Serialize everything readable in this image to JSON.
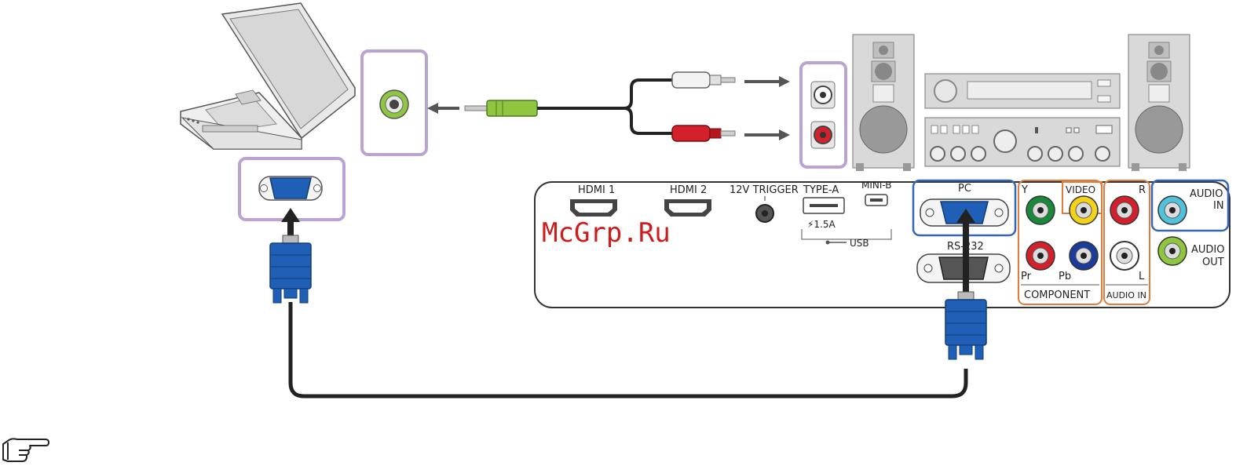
{
  "watermark": "McGrp.Ru",
  "projector_panel": {
    "ports": {
      "hdmi1": "HDMI 1",
      "hdmi2": "HDMI 2",
      "trigger": "12V TRIGGER",
      "type_a": "TYPE-A",
      "type_a_rating": "⚡1.5A",
      "mini_b": "MINI-B",
      "usb": "USB",
      "pc": "PC",
      "rs232": "RS-232",
      "component": "COMPONENT",
      "component_y": "Y",
      "component_pr": "Pr",
      "component_pb": "Pb",
      "video": "VIDEO",
      "audio_in_group": "AUDIO IN",
      "audio_r": "R",
      "audio_l": "L",
      "audio_in_line1": "AUDIO",
      "audio_in_line2": "IN",
      "audio_out_line1": "AUDIO",
      "audio_out_line2": "OUT"
    }
  },
  "icons": [
    "laptop-icon",
    "speaker-system-icon",
    "vga-connector-icon",
    "audio-jack-icon",
    "rca-plug-icon",
    "pointing-hand-icon"
  ],
  "colors": {
    "highlight_purple": "#b9a3d3",
    "pc_box_blue": "#3566b5",
    "component_orange": "#e07b3c",
    "vga_blue": "#1f5fb5",
    "rca_red": "#d4202a",
    "jack_green": "#8fc640",
    "comp_green": "#188a3a",
    "comp_yellow": "#f2d21a",
    "comp_blue": "#1a3c9c",
    "audio_in_cyan": "#4fc3dc"
  }
}
